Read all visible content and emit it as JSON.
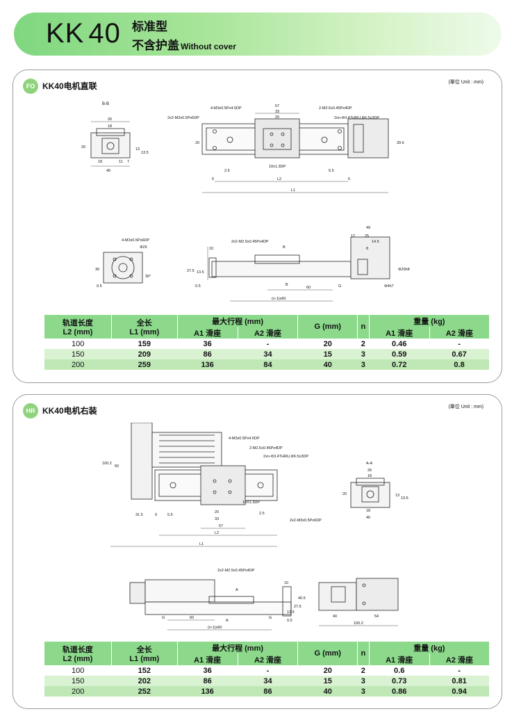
{
  "header": {
    "model": "KK",
    "model_num": "40",
    "subtitle1": "标准型",
    "subtitle2": "不含护盖",
    "subtitle2_en": "Without cover"
  },
  "sections": [
    {
      "badge": "FO",
      "title": "KK40电机直联",
      "unit": "(單位 Unit : mm)",
      "drawing_labels": {
        "bb": "B-B",
        "d26": "26",
        "d18": "18",
        "d20": "20",
        "d13": "13",
        "d135": "13.5",
        "d18b": "18",
        "d11": "11",
        "d7": "7",
        "d40": "40",
        "tap1": "4-M3x0.5Px4.5DP",
        "tap2": "2x2-M3x0.5Px6DP",
        "tap3": "2-M2.5x0.45Px4DP",
        "tap4": "2xn-Φ3.4THRU,Φ6.5x3DP",
        "d57": "57",
        "d33": "33",
        "d20b": "20",
        "d20c": "20",
        "d10": "10x1.3DP",
        "d25": "2.5",
        "d55": "5.5",
        "d5": "5",
        "d5b": "5",
        "l2": "L2",
        "l1": "L1",
        "d396": "39.6",
        "tap5": "4-M3x0.5Px6DP",
        "phi29": "Φ29",
        "d30": "30",
        "d05": "0.5",
        "d30deg": "30°",
        "tap6": "2x2-M2.5x0.45Px4DP",
        "d10b": "10",
        "b": "B",
        "d275": "27.5",
        "d135b": "13.5",
        "d05b": "0.5",
        "b2": "B",
        "d60": "60",
        "g": "G",
        "n60": "(n-1)x60",
        "d49": "49",
        "d12": "12",
        "d25b": "25",
        "d145": "14.5",
        "d8": "8",
        "phi208": "Φ20h8",
        "phi4h7": "Φ4h7"
      },
      "table": {
        "headers": {
          "rail": "轨道长度\nL2 (mm)",
          "rail_a": "轨道长度",
          "rail_b": "L2 (mm)",
          "total_a": "全长",
          "total_b": "L1 (mm)",
          "stroke": "最大行程 (mm)",
          "a1": "A1 滑座",
          "a2": "A2 滑座",
          "g": "G (mm)",
          "n": "n",
          "weight": "重量 (kg)",
          "wa1": "A1 滑座",
          "wa2": "A2 滑座"
        },
        "rows": [
          [
            "100",
            "159",
            "36",
            "-",
            "20",
            "2",
            "0.46",
            "-"
          ],
          [
            "150",
            "209",
            "86",
            "34",
            "15",
            "3",
            "0.59",
            "0.67"
          ],
          [
            "200",
            "259",
            "136",
            "84",
            "40",
            "3",
            "0.72",
            "0.8"
          ]
        ]
      }
    },
    {
      "badge": "HR",
      "title": "KK40电机右装",
      "unit": "(單位 Unit : mm)",
      "drawing_labels": {
        "d1002": "100.2",
        "d50": "50",
        "tap1": "4-M3x0.5Px4.5DP",
        "tap2": "2-M2.5x0.45Px4DP",
        "tap3": "2xn-Φ3.4THRU,Φ6.5x3DP",
        "aa": "A-A",
        "d26": "26",
        "d18": "18",
        "d20": "20",
        "d13": "13",
        "d135": "13.5",
        "d18b": "18",
        "d40": "40",
        "d10": "10X1.3DP",
        "d315": "31.5",
        "d9": "9",
        "d55": "5.5",
        "d20b": "20",
        "d33": "33",
        "d25": "2.5",
        "d57": "57",
        "l2": "L2",
        "l1": "L1",
        "tap4": "2x2-M3x0.5Px6DP",
        "tap5": "2x2-M2.5x0.45Px4DP",
        "d10b": "10",
        "a": "A",
        "a2": "A",
        "d405": "40.5",
        "d275": "27.5",
        "d135b": "13.5",
        "d05": "0.5",
        "g": "G",
        "d60": "60",
        "g2": "G",
        "n60": "(n-1)x60",
        "d40b": "40",
        "d54": "54",
        "d1002b": "100.2"
      },
      "table": {
        "headers": {
          "rail_a": "轨道长度",
          "rail_b": "L2 (mm)",
          "total_a": "全长",
          "total_b": "L1 (mm)",
          "stroke": "最大行程 (mm)",
          "a1": "A1 滑座",
          "a2": "A2 滑座",
          "g": "G (mm)",
          "n": "n",
          "weight": "重量 (kg)",
          "wa1": "A1 滑座",
          "wa2": "A2 滑座"
        },
        "rows": [
          [
            "100",
            "152",
            "36",
            "-",
            "20",
            "2",
            "0.6",
            "-"
          ],
          [
            "150",
            "202",
            "86",
            "34",
            "15",
            "3",
            "0.73",
            "0.81"
          ],
          [
            "200",
            "252",
            "136",
            "86",
            "40",
            "3",
            "0.86",
            "0.94"
          ]
        ]
      }
    }
  ]
}
